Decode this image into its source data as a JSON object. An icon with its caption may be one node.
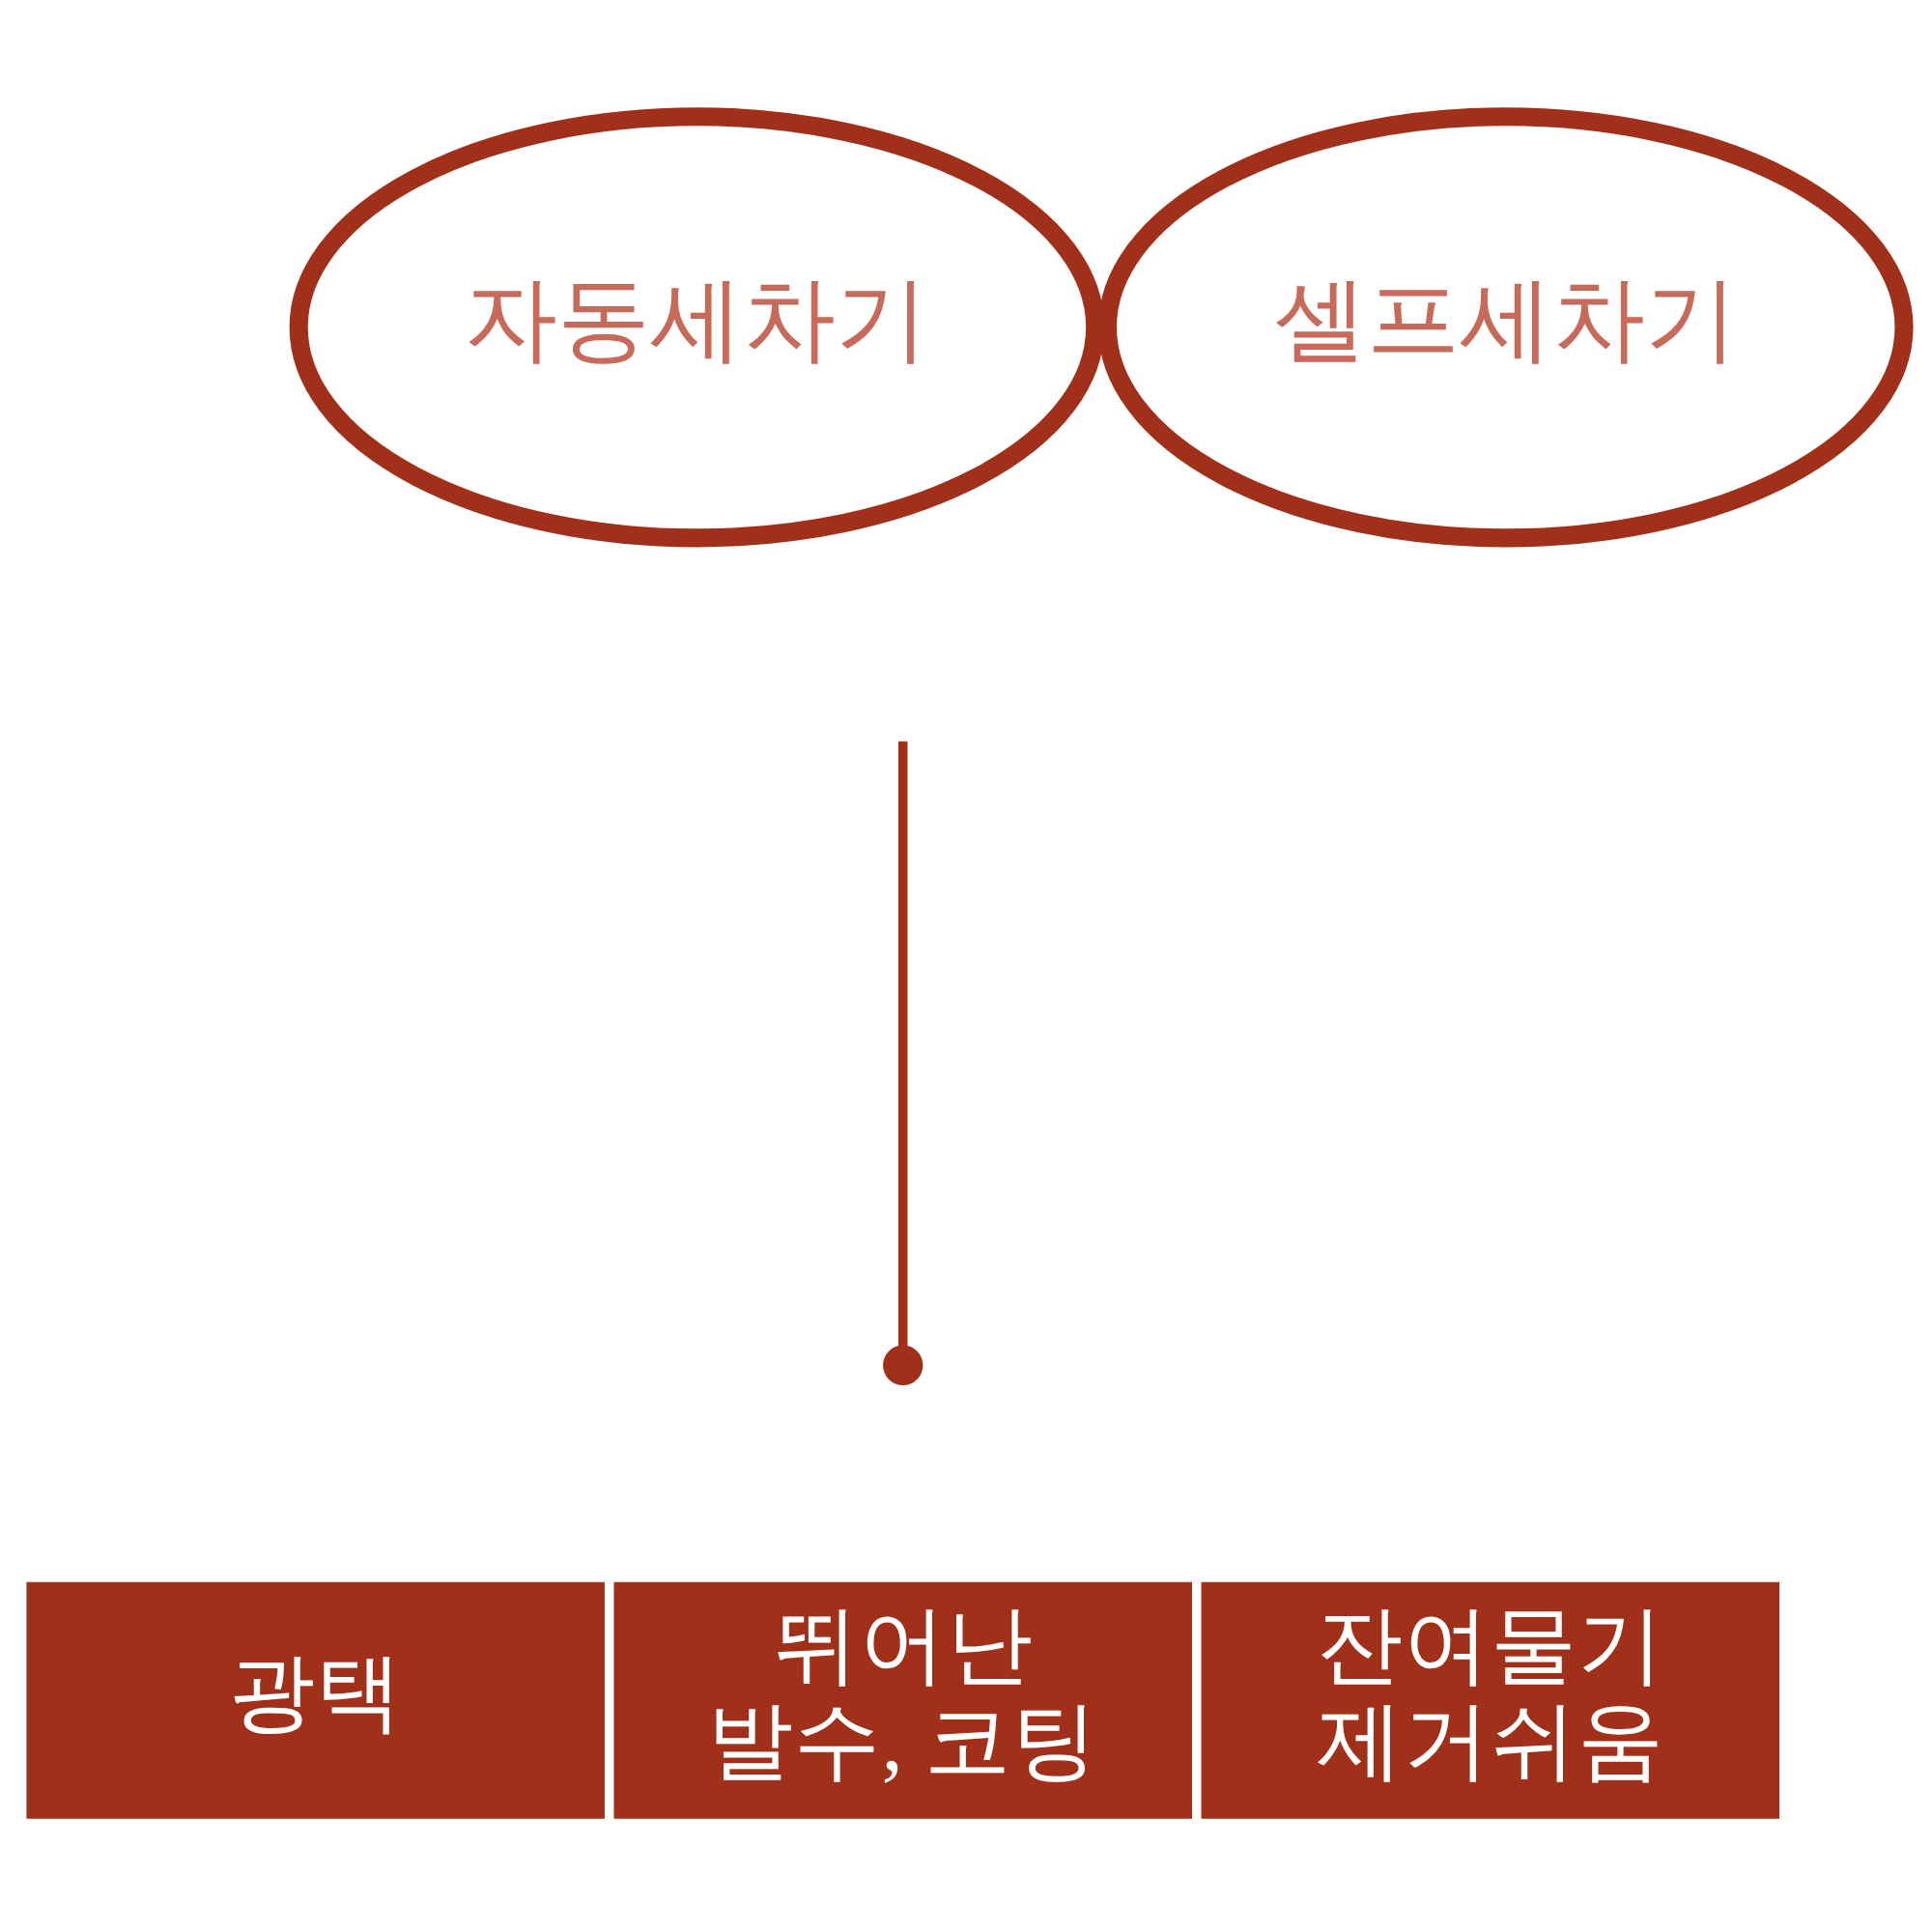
{
  "diagram": {
    "nodes": [
      {
        "text": [
          "자동세차기"
        ]
      },
      {
        "text": [
          "셀프세차기"
        ]
      },
      {
        "text": [],
        "shape": "circle"
      },
      {
        "text": [
          "광택"
        ]
      },
      {
        "text": [
          "뛰어난 발수, 코팅"
        ]
      },
      {
        "text": [
          "잔여물기 제거쉬움"
        ]
      }
    ],
    "edges": [
      {
        "from": null,
        "to": 2,
        "arrow": "none"
      }
    ]
  }
}
